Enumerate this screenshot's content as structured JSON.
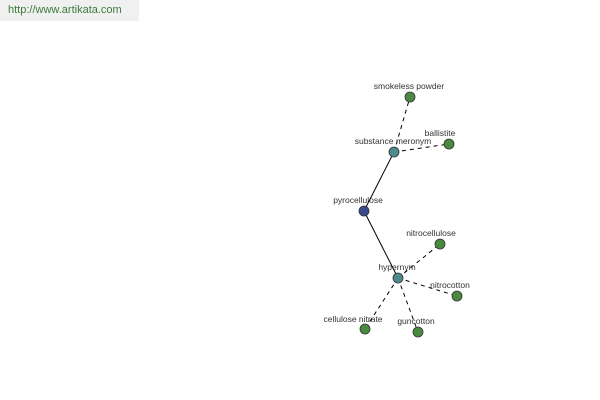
{
  "header": {
    "url": "http://www.artikata.com"
  },
  "colors": {
    "root": "#3b4a8c",
    "relation": "#4f8a8b",
    "leaf": "#4a8a3e"
  },
  "graph": {
    "nodes": {
      "pyrocellulose": {
        "label": "pyrocellulose",
        "kind": "root"
      },
      "substance_meronym": {
        "label": "substance meronym",
        "kind": "relation"
      },
      "hypernym": {
        "label": "hypernym",
        "kind": "relation"
      },
      "smokeless_powder": {
        "label": "smokeless powder",
        "kind": "leaf"
      },
      "ballistite": {
        "label": "ballistite",
        "kind": "leaf"
      },
      "nitrocellulose": {
        "label": "nitrocellulose",
        "kind": "leaf"
      },
      "nitrocotton": {
        "label": "nitrocotton",
        "kind": "leaf"
      },
      "guncotton": {
        "label": "guncotton",
        "kind": "leaf"
      },
      "cellulose_nitrate": {
        "label": "cellulose nitrate",
        "kind": "leaf"
      }
    },
    "edges": [
      {
        "from": "pyrocellulose",
        "to": "substance_meronym",
        "style": "solid"
      },
      {
        "from": "pyrocellulose",
        "to": "hypernym",
        "style": "solid"
      },
      {
        "from": "substance_meronym",
        "to": "smokeless_powder",
        "style": "dashed"
      },
      {
        "from": "substance_meronym",
        "to": "ballistite",
        "style": "dashed"
      },
      {
        "from": "hypernym",
        "to": "nitrocellulose",
        "style": "dashed"
      },
      {
        "from": "hypernym",
        "to": "nitrocotton",
        "style": "dashed"
      },
      {
        "from": "hypernym",
        "to": "guncotton",
        "style": "dashed"
      },
      {
        "from": "hypernym",
        "to": "cellulose_nitrate",
        "style": "dashed"
      }
    ]
  }
}
